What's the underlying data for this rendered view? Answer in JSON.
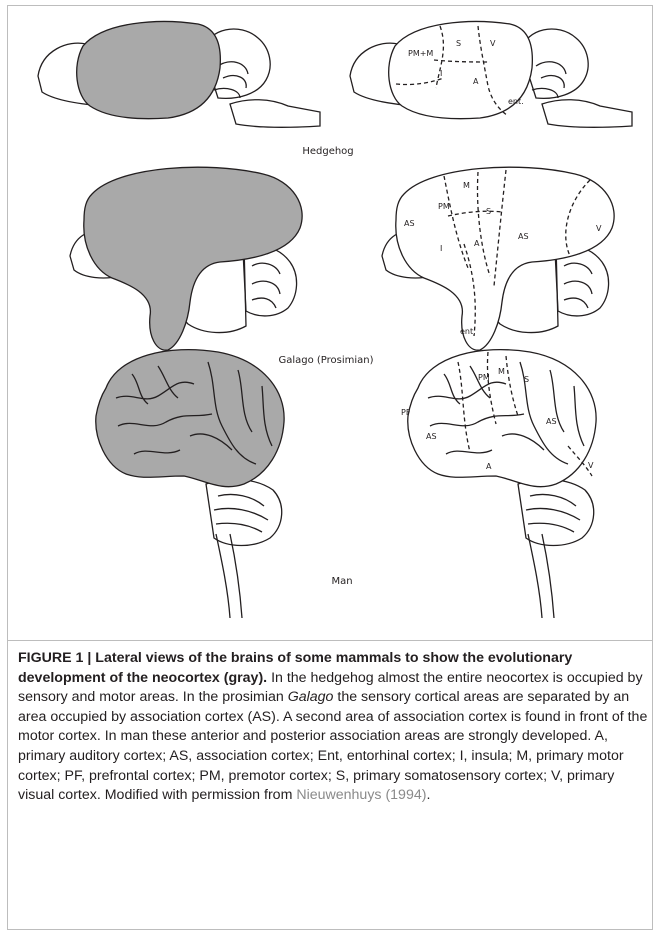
{
  "figure": {
    "species": [
      {
        "name": "Hedgehog"
      },
      {
        "name": "Galago (Prosimian)"
      },
      {
        "name": "Man"
      }
    ],
    "areas": {
      "hedgehog": [
        "PM+M",
        "S",
        "V",
        "I",
        "A",
        "ent."
      ],
      "galago": [
        "M",
        "PM",
        "S",
        "AS",
        "I",
        "A",
        "AS",
        "V",
        "ent."
      ],
      "man": [
        "PM",
        "M",
        "S",
        "PF",
        "AS",
        "A",
        "AS",
        "V"
      ]
    },
    "colors": {
      "neocortex_fill": "#a9a9a9",
      "outline": "#231f20",
      "rule": "#bdbdbd",
      "reference": "#8a8a8a"
    }
  },
  "caption": {
    "bold": "FIGURE 1 | Lateral views of the brains of some mammals to show the evolutionary development of the neocortex (gray).",
    "part1": " In the hedgehog almost the entire neocortex is occupied by sensory and motor areas. In the prosimian ",
    "italic": "Galago",
    "part2": " the sensory cortical areas are separated by an area occupied by association cortex (AS). A second area of association cortex is found in front of the motor cortex. In man these anterior and posterior association areas are strongly developed. A, primary auditory cortex; AS, association cortex; Ent, entorhinal cortex; I, insula; M, primary motor cortex; PF, prefrontal cortex; PM, premotor cortex; S, primary somatosensory cortex; V, primary visual cortex. Modified with permission from ",
    "reference": "Nieuwenhuys (1994)",
    "end": "."
  }
}
